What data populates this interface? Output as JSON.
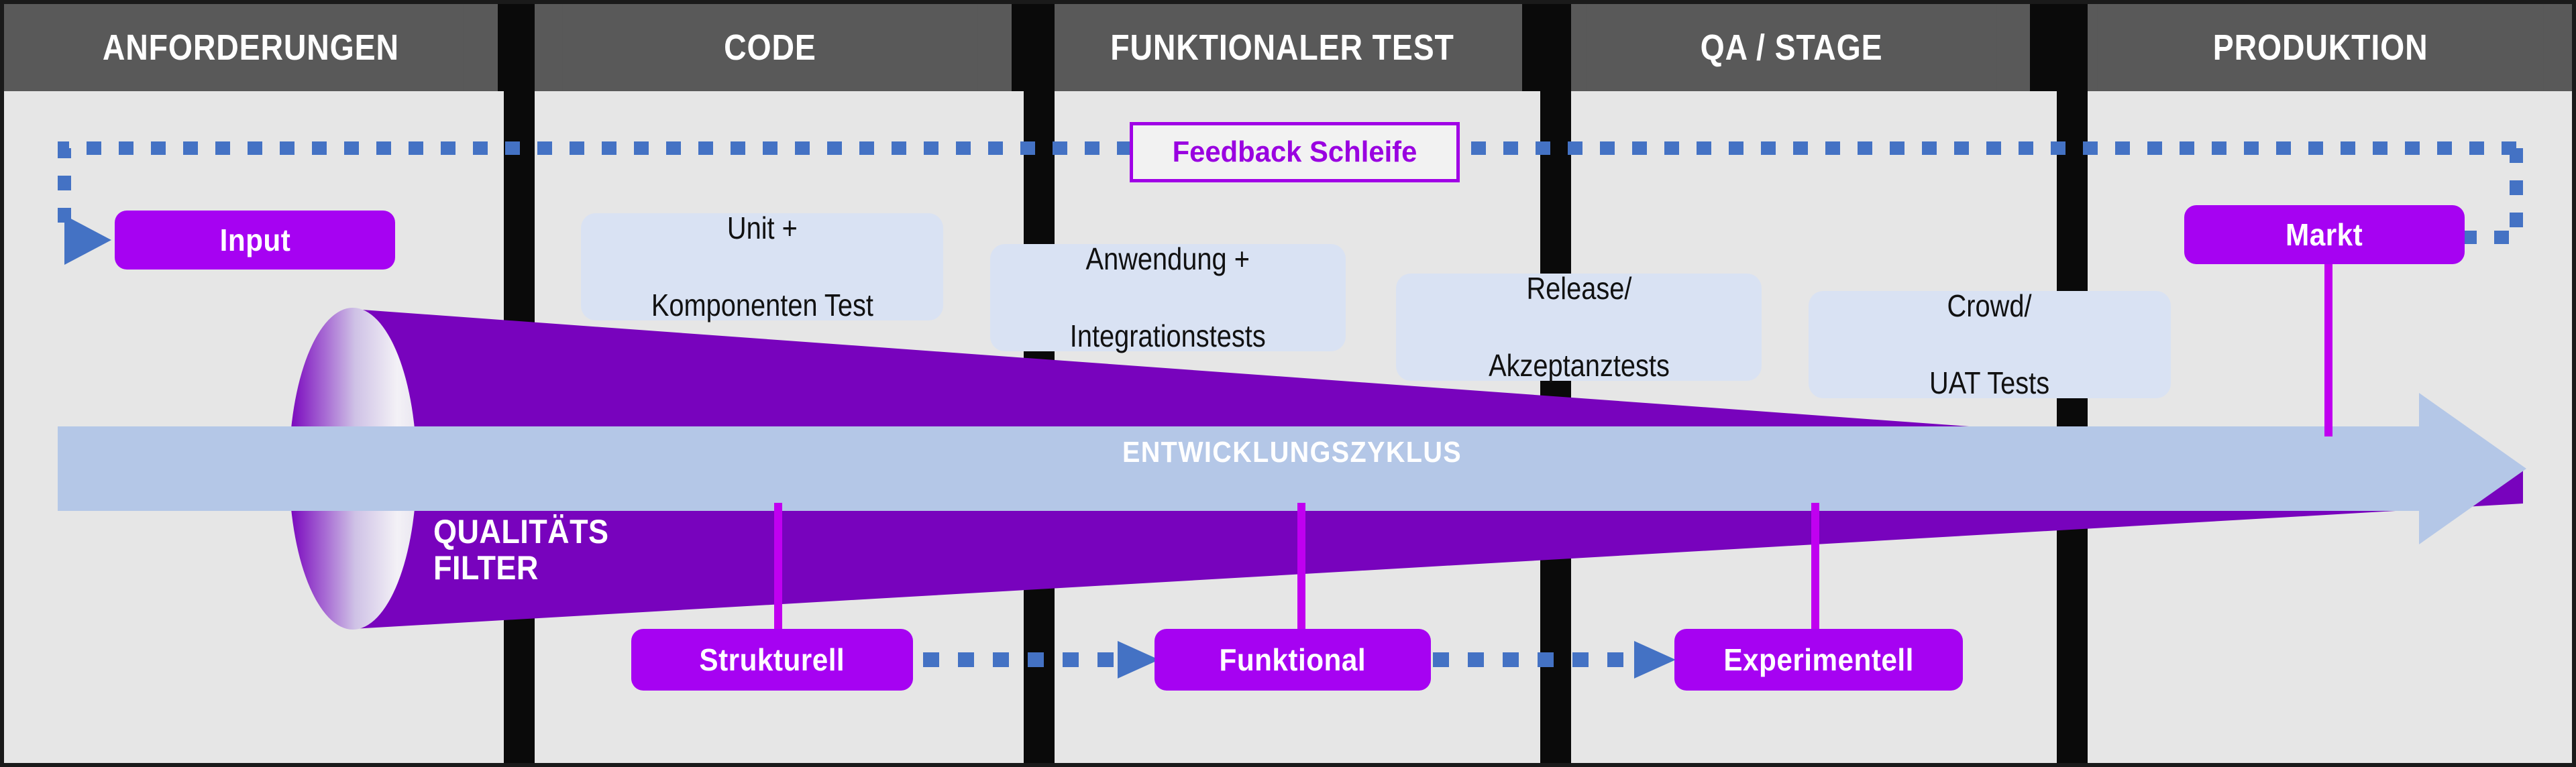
{
  "colors": {
    "page_background": "#e6e6e6",
    "header_cell": "#595959",
    "gate_column": "#0a0a0a",
    "pill_purple": "#a602f2",
    "cone_purple": "#7803bd",
    "band_blue": "#b4c7e7",
    "test_box_blue": "#d9e2f3",
    "dotted_blue": "#4472c4",
    "callout_border": "#a000e6",
    "stem_purple": "#c000f0"
  },
  "header": {
    "stages": [
      {
        "label": "ANFORDERUNGEN"
      },
      {
        "label": "CODE"
      },
      {
        "label": "FUNKTIONALER TEST"
      },
      {
        "label": "QA / STAGE"
      },
      {
        "label": "PRODUKTION"
      }
    ]
  },
  "feedback": {
    "callout_label": "Feedback Schleife"
  },
  "cycle": {
    "band_label": "ENTWICKLUNGSZYKLUS"
  },
  "filter": {
    "line1": "QUALITÄTS",
    "line2": "FILTER"
  },
  "pills": {
    "input": "Input",
    "markt": "Markt",
    "strukturell": "Strukturell",
    "funktional": "Funktional",
    "experimentell": "Experimentell"
  },
  "test_boxes": [
    {
      "line1": "Unit +",
      "line2": "Komponenten Test"
    },
    {
      "line1": "Anwendung +",
      "line2": "Integrationstests"
    },
    {
      "line1": "Release/",
      "line2": "Akzeptanztests"
    },
    {
      "line1": "Crowd/",
      "line2": "UAT Tests"
    }
  ]
}
